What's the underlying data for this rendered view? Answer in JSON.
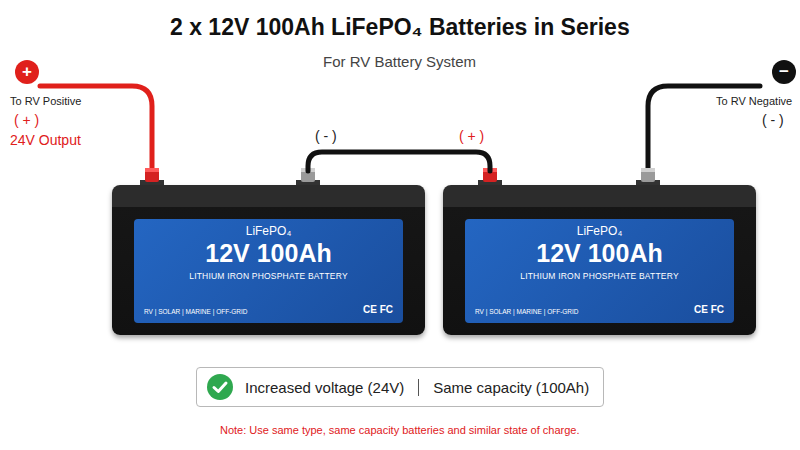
{
  "diagram": {
    "title": "2 x 12V 100Ah LiFePO₄ Batteries in Series",
    "caption": "For RV Battery System",
    "nodes": [
      {
        "text": [
          "LiFePO₄",
          "12V 100Ah",
          "LITHIUM IRON PHOSPHATE BATTERY",
          "RV | SOLAR | MARINE | OFF-GRID",
          "CE FC"
        ]
      },
      {
        "text": [
          "LiFePO₄",
          "12V 100Ah",
          "LITHIUM IRON PHOSPHATE BATTERY",
          "RV | SOLAR | MARINE | OFF-GRID",
          "CE FC"
        ]
      },
      {
        "text": [
          "Increased voltage (24V)",
          "Same capacity (100Ah)"
        ]
      }
    ],
    "edges": [
      {
        "from": 0,
        "to": 1,
        "arrow": "none"
      }
    ],
    "labels": [
      "+",
      "To RV Positive",
      "( + )",
      "24V Output",
      "−",
      "To RV Negative",
      "( - )",
      "( - )",
      "( + )",
      "Note: Use same type, same capacity batteries and similar state of charge."
    ]
  }
}
